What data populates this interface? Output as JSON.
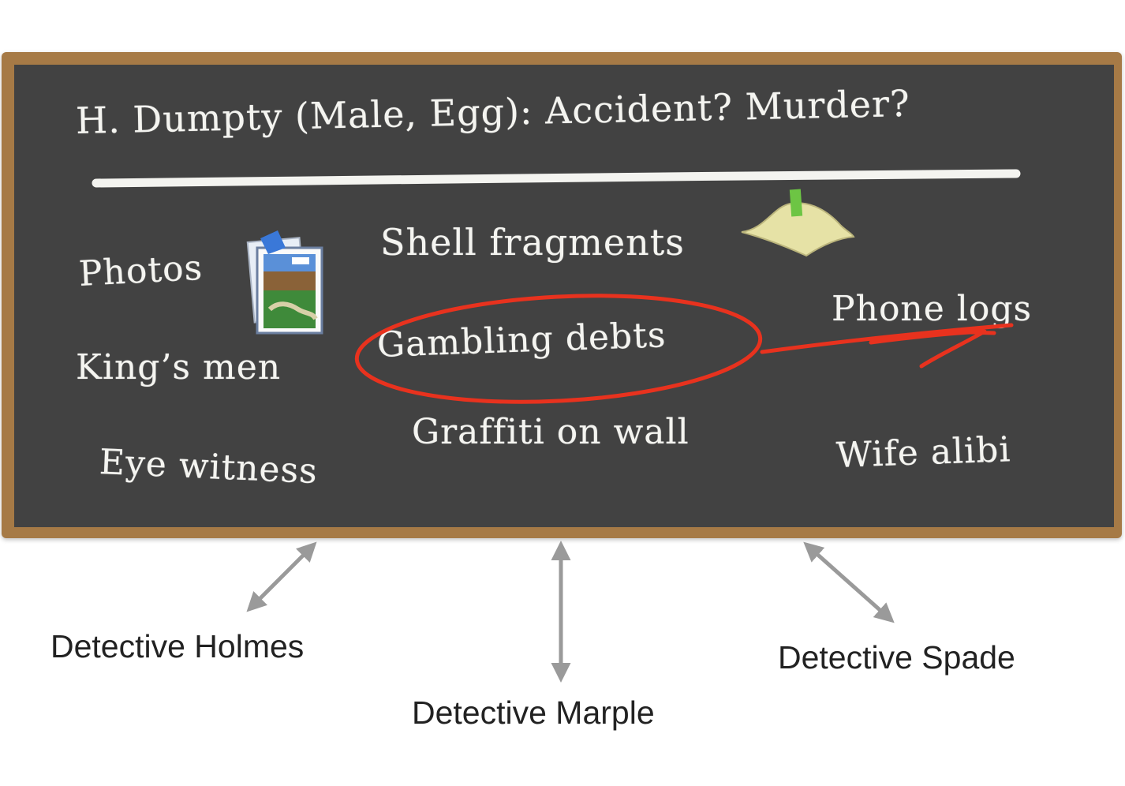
{
  "board": {
    "title": "H. Dumpty (Male, Egg): Accident? Murder?",
    "clues": {
      "photos": "Photos",
      "shell_fragments": "Shell fragments",
      "phone_logs": "Phone logs",
      "kings_men": "King’s men",
      "gambling_debts": "Gambling debts",
      "graffiti": "Graffiti on wall",
      "eye_witness": "Eye witness",
      "wife_alibi": "Wife alibi"
    },
    "icons": [
      "photos-icon",
      "egg-shell-icon"
    ],
    "colors": {
      "frame": "#a67a46",
      "surface": "#424242",
      "chalk": "#f4f4f0",
      "highlight": "#e8321e"
    }
  },
  "detectives": {
    "holmes": "Detective Holmes",
    "marple": "Detective Marple",
    "spade": "Detective Spade"
  }
}
